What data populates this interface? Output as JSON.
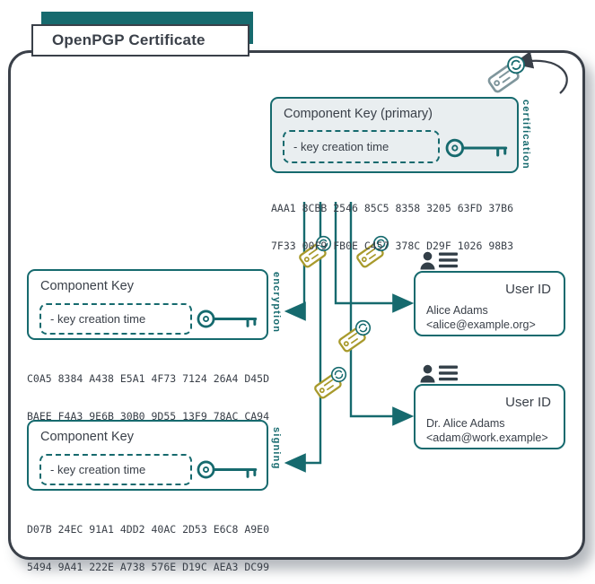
{
  "title": "OpenPGP Certificate",
  "colors": {
    "teal": "#166a6e",
    "dark": "#3a4049",
    "signature_yellow": "#a89a2c",
    "certification_gray": "#7f969c",
    "primary_box_fill": "#e9eef0"
  },
  "primary_key": {
    "label": "Component Key (primary)",
    "attribute": "- key creation time",
    "role": "certification",
    "fingerprint": [
      "AAA1 8CBB 2546 85C5 8358 3205 63FD 37B6",
      "7F33 00F9 FB0E C457 378C D29F 1026 98B3"
    ]
  },
  "subkeys": [
    {
      "label": "Component Key",
      "attribute": "- key creation time",
      "role": "encryption",
      "fingerprint": [
        "C0A5 8384 A438 E5A1 4F73 7124 26A4 D45D",
        "BAEE F4A3 9E6B 30B0 9D55 13F9 78AC CA94"
      ]
    },
    {
      "label": "Component Key",
      "attribute": "- key creation time",
      "role": "signing",
      "fingerprint": [
        "D07B 24EC 91A1 4DD2 40AC 2D53 E6C8 A9E0",
        "5494 9A41 222E A738 576E D19C AEA3 DC99"
      ]
    }
  ],
  "user_ids": [
    {
      "label": "User ID",
      "name": "Alice Adams",
      "email": "<alice@example.org>"
    },
    {
      "label": "User ID",
      "name": "Dr. Alice Adams",
      "email": "<adam@work.example>"
    }
  ],
  "icons": {
    "key": "key-icon",
    "signature_tag": "signature-tag-icon",
    "certification_tag": "certification-signature-tag-icon",
    "user_id": "person-list-icon",
    "cycle_badge": "circular-arrows-icon"
  }
}
